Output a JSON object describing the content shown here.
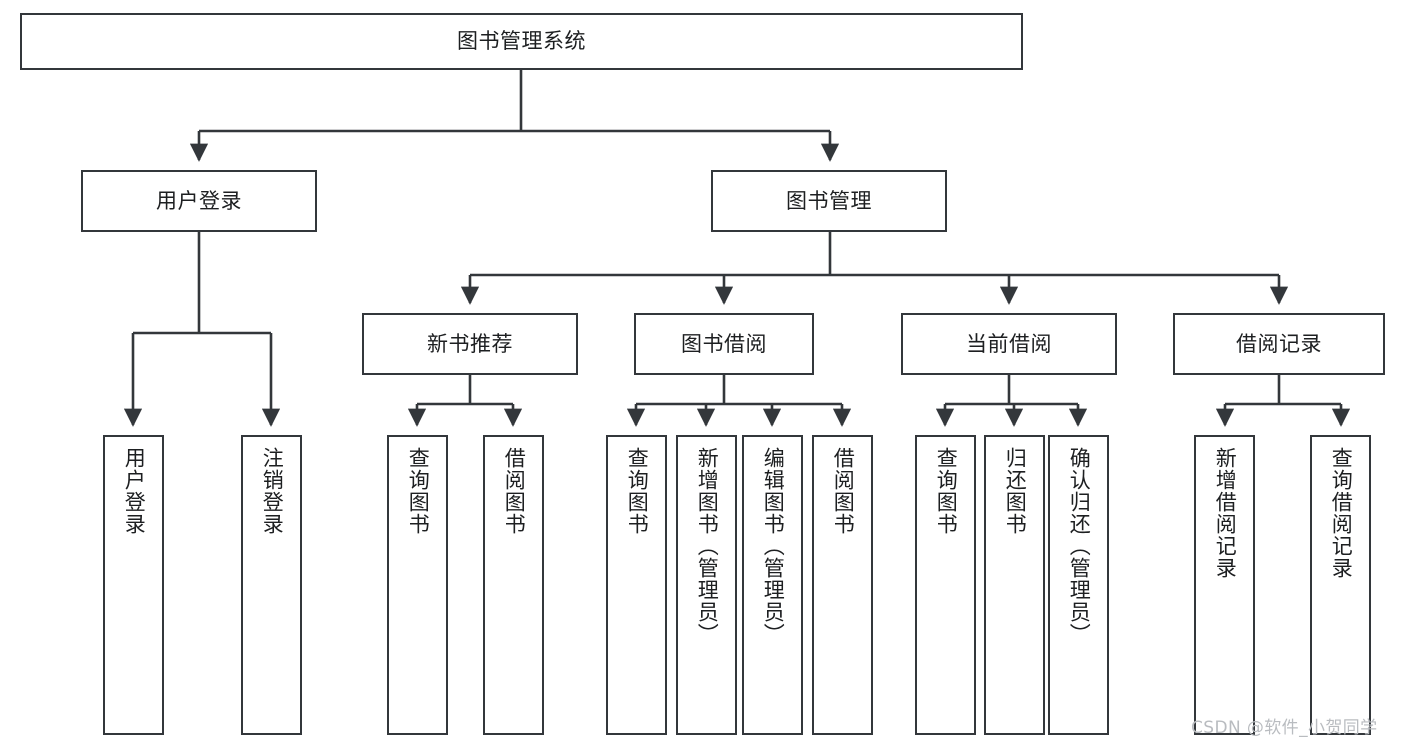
{
  "diagram": {
    "title": "图书管理系统",
    "type": "tree-hierarchy-chart",
    "orientation": "top-down",
    "colors": {
      "box_border": "#33373b",
      "box_fill": "#ffffff",
      "edge": "#33373b",
      "text": "#1d1f21",
      "watermark": "#b9bcc0",
      "background": "#ffffff"
    }
  },
  "watermark": {
    "text": "CSDN @软件_小贺同学"
  },
  "nodes": {
    "root": {
      "label": "图书管理系统",
      "level": 0
    },
    "level2": [
      {
        "id": "user-login",
        "label": "用户登录"
      },
      {
        "id": "book-management",
        "label": "图书管理"
      }
    ],
    "level3": [
      {
        "id": "new-book-recommend",
        "label": "新书推荐"
      },
      {
        "id": "book-borrow",
        "label": "图书借阅"
      },
      {
        "id": "current-borrow",
        "label": "当前借阅"
      },
      {
        "id": "borrow-record",
        "label": "借阅记录"
      }
    ],
    "leaves": {
      "user_login": [
        {
          "id": "leaf-user-login",
          "label": "用户登录"
        },
        {
          "id": "leaf-logout-login",
          "label": "注销登录"
        }
      ],
      "new_book_recommend": [
        {
          "id": "leaf-query-book-1",
          "label": "查询图书"
        },
        {
          "id": "leaf-borrow-book-1",
          "label": "借阅图书"
        }
      ],
      "book_borrow": [
        {
          "id": "leaf-query-book-2",
          "label": "查询图书"
        },
        {
          "id": "leaf-add-book",
          "label": "新增图书（管理员）"
        },
        {
          "id": "leaf-edit-book",
          "label": "编辑图书（管理员）"
        },
        {
          "id": "leaf-borrow-book-2",
          "label": "借阅图书"
        }
      ],
      "current_borrow": [
        {
          "id": "leaf-query-book-3",
          "label": "查询图书"
        },
        {
          "id": "leaf-return-book",
          "label": "归还图书"
        },
        {
          "id": "leaf-confirm-return",
          "label": "确认归还（管理员）"
        }
      ],
      "borrow_record": [
        {
          "id": "leaf-add-borrow-record",
          "label": "新增借阅记录"
        },
        {
          "id": "leaf-query-borrow-record",
          "label": "查询借阅记录"
        }
      ]
    }
  }
}
